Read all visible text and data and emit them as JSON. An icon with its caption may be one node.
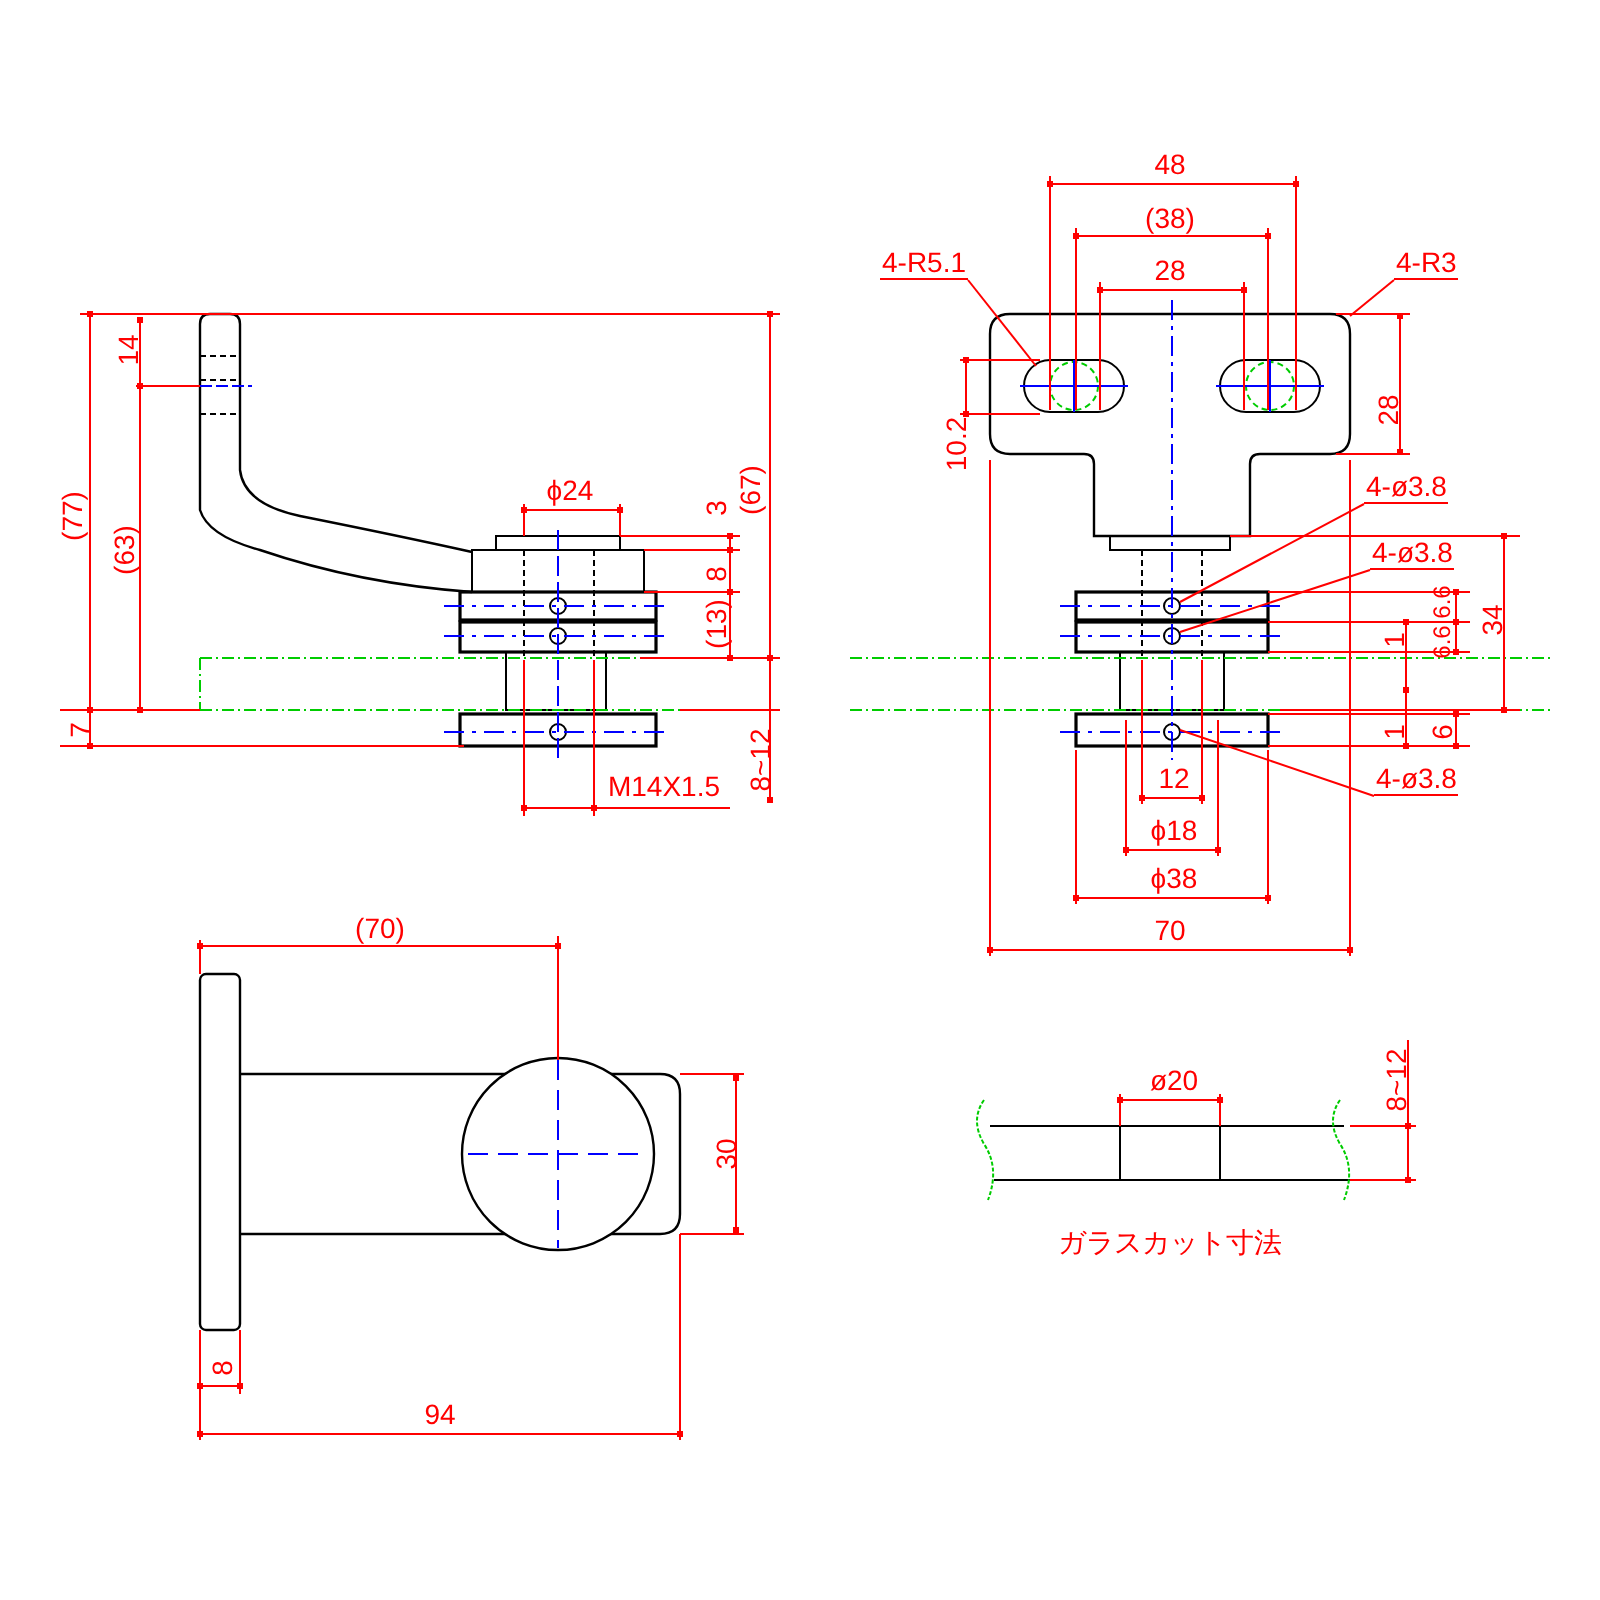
{
  "diagram": {
    "nodes": [
      {
        "text": [
          "4-R5.1"
        ]
      },
      {
        "text": [
          "4-R3"
        ]
      },
      {
        "text": [
          "4-ø3.8"
        ]
      },
      {
        "text": [
          "4-ø3.8"
        ]
      },
      {
        "text": [
          "4-ø3.8"
        ]
      }
    ],
    "edges": [
      {
        "from": 0,
        "to": null,
        "arrow": "none"
      },
      {
        "from": 1,
        "to": null,
        "arrow": "none"
      },
      {
        "from": 2,
        "to": null,
        "arrow": "none"
      },
      {
        "from": 3,
        "to": null,
        "arrow": "none"
      },
      {
        "from": 4,
        "to": null,
        "arrow": "none"
      }
    ],
    "labels": [
      "14",
      "(77)",
      "(63)",
      "ϕ24",
      "3",
      "(67)",
      "8",
      "(13)",
      "7",
      "8~12",
      "M14X1.5",
      "48",
      "(38)",
      "28",
      "28",
      "10.2",
      "6.6",
      "6.6",
      "1",
      "34",
      "1",
      "6",
      "12",
      "ϕ18",
      "ϕ38",
      "70",
      "(70)",
      "30",
      "8",
      "94",
      "ø20",
      "8~12",
      "ガラスカット寸法"
    ]
  }
}
